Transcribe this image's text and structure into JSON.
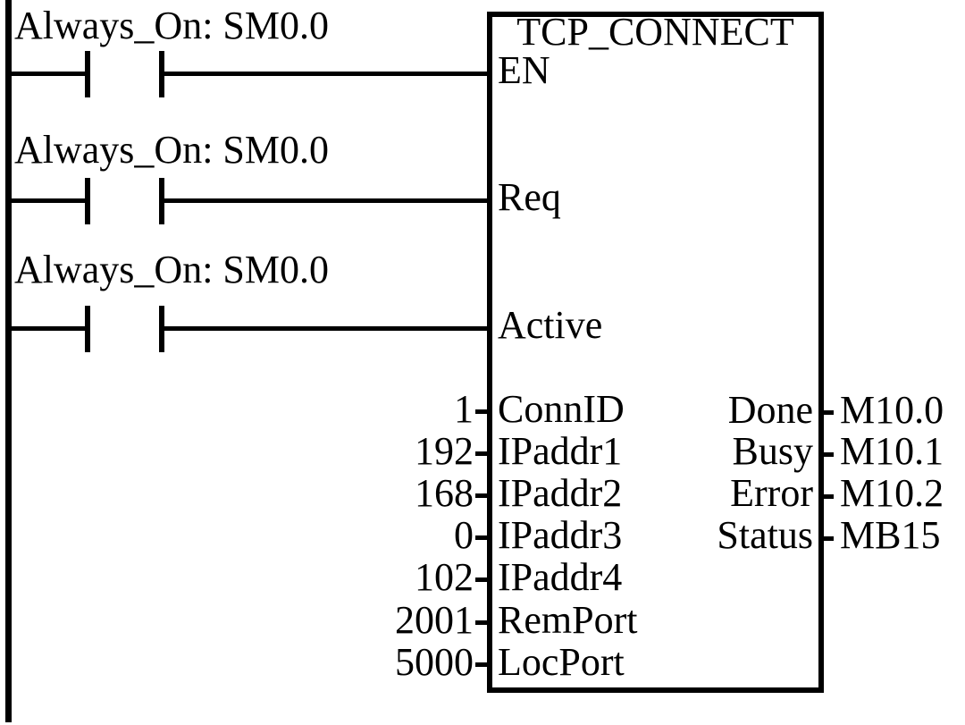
{
  "colors": {
    "line": "#000000",
    "background": "#ffffff"
  },
  "rungs": [
    {
      "operand_label": "Always_On: SM0.0",
      "connects_to": "EN"
    },
    {
      "operand_label": "Always_On: SM0.0",
      "connects_to": "Req"
    },
    {
      "operand_label": "Always_On: SM0.0",
      "connects_to": "Active"
    }
  ],
  "function_block": {
    "title": "TCP_CONNECT",
    "input_pins": [
      {
        "name": "EN"
      },
      {
        "name": "Req"
      },
      {
        "name": "Active"
      },
      {
        "name": "ConnID",
        "value": "1"
      },
      {
        "name": "IPaddr1",
        "value": "192"
      },
      {
        "name": "IPaddr2",
        "value": "168"
      },
      {
        "name": "IPaddr3",
        "value": "0"
      },
      {
        "name": "IPaddr4",
        "value": "102"
      },
      {
        "name": "RemPort",
        "value": "2001"
      },
      {
        "name": "LocPort",
        "value": "5000"
      }
    ],
    "output_pins": [
      {
        "name": "Done",
        "operand": "M10.0"
      },
      {
        "name": "Busy",
        "operand": "M10.1"
      },
      {
        "name": "Error",
        "operand": "M10.2"
      },
      {
        "name": "Status",
        "operand": "MB15"
      }
    ]
  }
}
